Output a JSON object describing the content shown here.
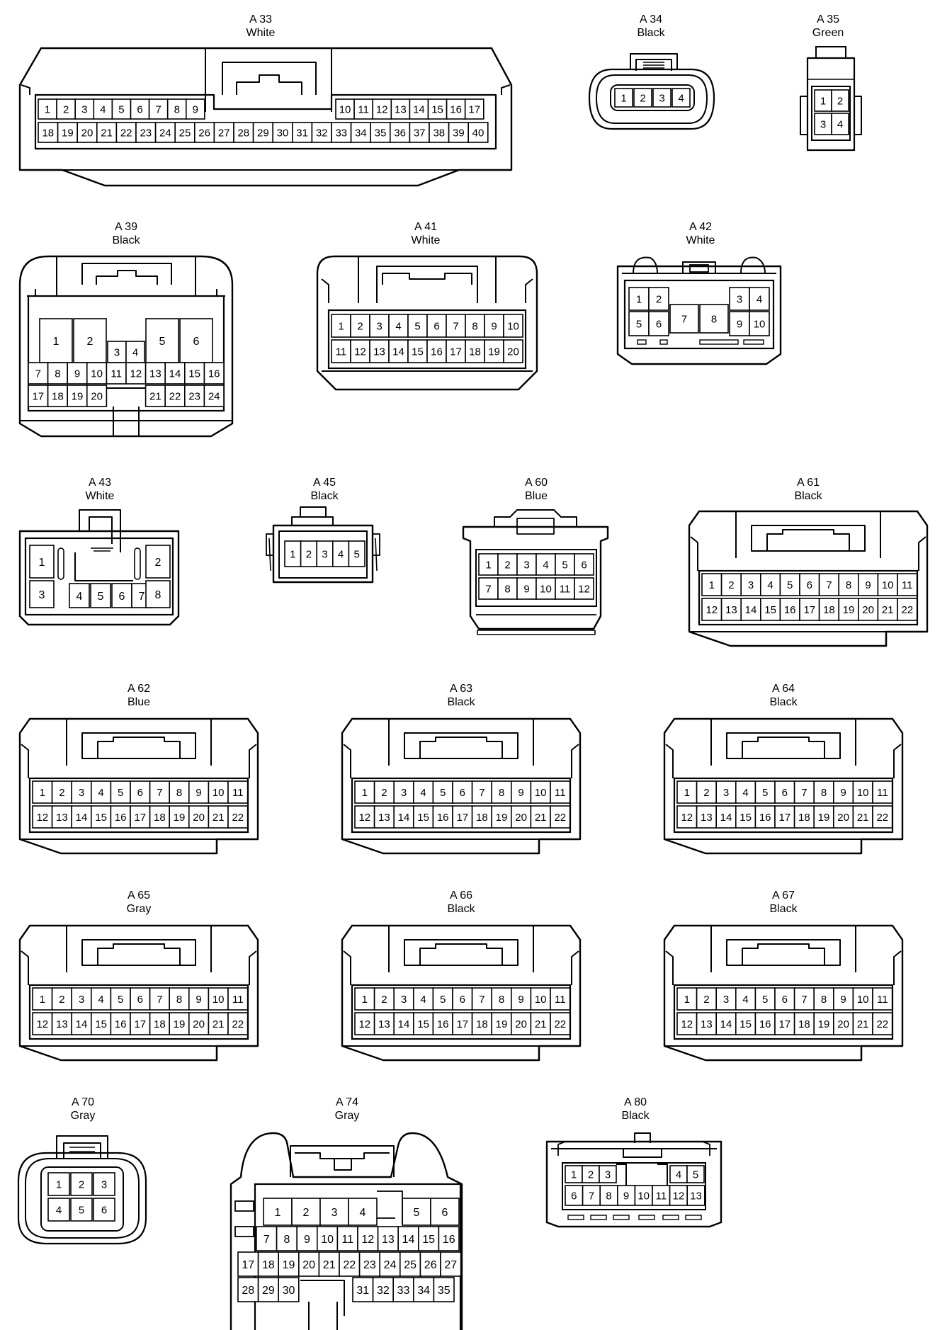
{
  "connectors": [
    {
      "id": "A 33",
      "color": "White",
      "rows": [
        [
          "1",
          "2",
          "3",
          "4",
          "5",
          "6",
          "7",
          "8",
          "9",
          "10",
          "11",
          "12",
          "13",
          "14",
          "15",
          "16",
          "17"
        ],
        [
          "18",
          "19",
          "20",
          "21",
          "22",
          "23",
          "24",
          "25",
          "26",
          "27",
          "28",
          "29",
          "30",
          "31",
          "32",
          "33",
          "34",
          "35",
          "36",
          "37",
          "38",
          "39",
          "40"
        ]
      ]
    },
    {
      "id": "A 34",
      "color": "Black",
      "rows": [
        [
          "1",
          "2",
          "3",
          "4"
        ]
      ]
    },
    {
      "id": "A 35",
      "color": "Green",
      "rows": [
        [
          "1",
          "2"
        ],
        [
          "3",
          "4"
        ]
      ]
    },
    {
      "id": "A 39",
      "color": "Black",
      "rows": [
        [
          "1",
          "2",
          "3",
          "4",
          "5",
          "6"
        ],
        [
          "7",
          "8",
          "9",
          "10",
          "11",
          "12",
          "13",
          "14",
          "15",
          "16"
        ],
        [
          "17",
          "18",
          "19",
          "20",
          "21",
          "22",
          "23",
          "24"
        ]
      ]
    },
    {
      "id": "A 41",
      "color": "White",
      "rows": [
        [
          "1",
          "2",
          "3",
          "4",
          "5",
          "6",
          "7",
          "8",
          "9",
          "10"
        ],
        [
          "11",
          "12",
          "13",
          "14",
          "15",
          "16",
          "17",
          "18",
          "19",
          "20"
        ]
      ]
    },
    {
      "id": "A 42",
      "color": "White",
      "rows": [
        [
          "1",
          "2",
          "3",
          "4"
        ],
        [
          "5",
          "6",
          "7",
          "8",
          "9",
          "10"
        ]
      ]
    },
    {
      "id": "A 43",
      "color": "White",
      "rows": [
        [
          "1",
          "2"
        ],
        [
          "3",
          "4",
          "5",
          "6",
          "7",
          "8"
        ]
      ]
    },
    {
      "id": "A 45",
      "color": "Black",
      "rows": [
        [
          "1",
          "2",
          "3",
          "4",
          "5"
        ]
      ]
    },
    {
      "id": "A 60",
      "color": "Blue",
      "rows": [
        [
          "1",
          "2",
          "3",
          "4",
          "5",
          "6"
        ],
        [
          "7",
          "8",
          "9",
          "10",
          "11",
          "12"
        ]
      ]
    },
    {
      "id": "A 61",
      "color": "Black",
      "rows": [
        [
          "1",
          "2",
          "3",
          "4",
          "5",
          "6",
          "7",
          "8",
          "9",
          "10",
          "11"
        ],
        [
          "12",
          "13",
          "14",
          "15",
          "16",
          "17",
          "18",
          "19",
          "20",
          "21",
          "22"
        ]
      ]
    },
    {
      "id": "A 62",
      "color": "Blue",
      "rows": [
        [
          "1",
          "2",
          "3",
          "4",
          "5",
          "6",
          "7",
          "8",
          "9",
          "10",
          "11"
        ],
        [
          "12",
          "13",
          "14",
          "15",
          "16",
          "17",
          "18",
          "19",
          "20",
          "21",
          "22"
        ]
      ]
    },
    {
      "id": "A 63",
      "color": "Black",
      "rows": [
        [
          "1",
          "2",
          "3",
          "4",
          "5",
          "6",
          "7",
          "8",
          "9",
          "10",
          "11"
        ],
        [
          "12",
          "13",
          "14",
          "15",
          "16",
          "17",
          "18",
          "19",
          "20",
          "21",
          "22"
        ]
      ]
    },
    {
      "id": "A 64",
      "color": "Black",
      "rows": [
        [
          "1",
          "2",
          "3",
          "4",
          "5",
          "6",
          "7",
          "8",
          "9",
          "10",
          "11"
        ],
        [
          "12",
          "13",
          "14",
          "15",
          "16",
          "17",
          "18",
          "19",
          "20",
          "21",
          "22"
        ]
      ]
    },
    {
      "id": "A 65",
      "color": "Gray",
      "rows": [
        [
          "1",
          "2",
          "3",
          "4",
          "5",
          "6",
          "7",
          "8",
          "9",
          "10",
          "11"
        ],
        [
          "12",
          "13",
          "14",
          "15",
          "16",
          "17",
          "18",
          "19",
          "20",
          "21",
          "22"
        ]
      ]
    },
    {
      "id": "A 66",
      "color": "Black",
      "rows": [
        [
          "1",
          "2",
          "3",
          "4",
          "5",
          "6",
          "7",
          "8",
          "9",
          "10",
          "11"
        ],
        [
          "12",
          "13",
          "14",
          "15",
          "16",
          "17",
          "18",
          "19",
          "20",
          "21",
          "22"
        ]
      ]
    },
    {
      "id": "A 67",
      "color": "Black",
      "rows": [
        [
          "1",
          "2",
          "3",
          "4",
          "5",
          "6",
          "7",
          "8",
          "9",
          "10",
          "11"
        ],
        [
          "12",
          "13",
          "14",
          "15",
          "16",
          "17",
          "18",
          "19",
          "20",
          "21",
          "22"
        ]
      ]
    },
    {
      "id": "A 70",
      "color": "Gray",
      "rows": [
        [
          "1",
          "2",
          "3"
        ],
        [
          "4",
          "5",
          "6"
        ]
      ]
    },
    {
      "id": "A 74",
      "color": "Gray",
      "rows": [
        [
          "1",
          "2",
          "3",
          "4",
          "5",
          "6"
        ],
        [
          "7",
          "8",
          "9",
          "10",
          "11",
          "12",
          "13",
          "14",
          "15",
          "16"
        ],
        [
          "17",
          "18",
          "19",
          "20",
          "21",
          "22",
          "23",
          "24",
          "25",
          "26",
          "27"
        ],
        [
          "28",
          "29",
          "30",
          "31",
          "32",
          "33",
          "34",
          "35"
        ]
      ]
    },
    {
      "id": "A 80",
      "color": "Black",
      "rows": [
        [
          "1",
          "2",
          "3",
          "4",
          "5"
        ],
        [
          "6",
          "7",
          "8",
          "9",
          "10",
          "11",
          "12",
          "13"
        ]
      ]
    }
  ],
  "stroke_color": "#000000",
  "background_color": "#ffffff"
}
